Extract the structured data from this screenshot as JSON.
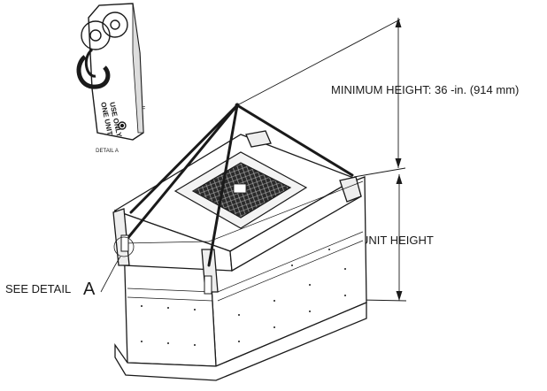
{
  "labels": {
    "minimum_height": "MINIMUM HEIGHT:  36 -in. (914 mm)",
    "unit_height": "UNIT HEIGHT",
    "see_detail": "SEE DETAIL",
    "detail_letter": "A",
    "detail_caption": "DETAIL A",
    "hook_tag_line1": "ONE UNIT",
    "hook_tag_line2": "USE ONLY"
  },
  "colors": {
    "line": "#1a1a1a",
    "grille": "#2a2a2a",
    "background": "#ffffff"
  }
}
